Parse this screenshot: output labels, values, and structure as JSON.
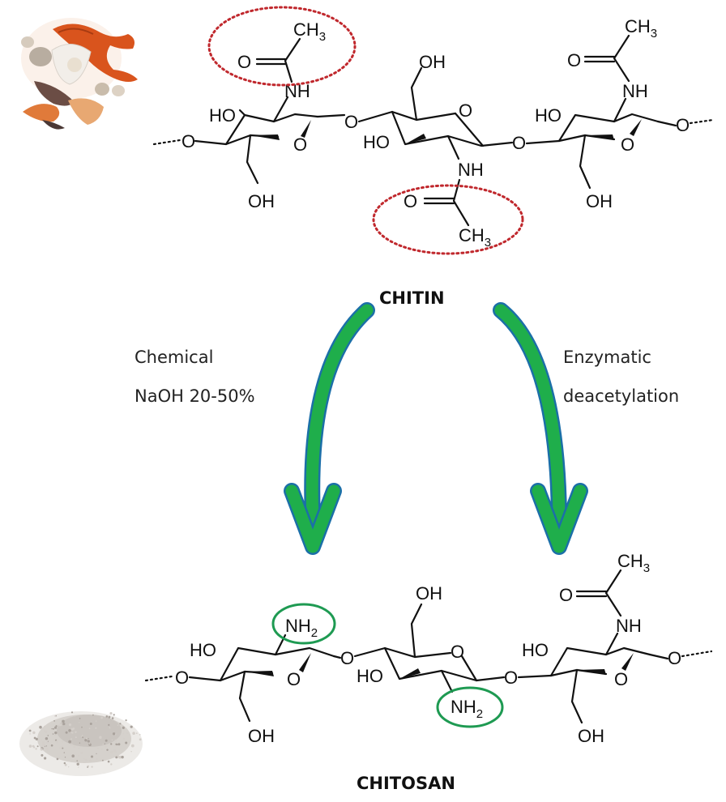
{
  "diagram": {
    "top_structure": {
      "name": "CHITIN",
      "units": [
        {
          "substituent": "NHCOCH3",
          "highlighted": true,
          "highlight_style": "red-dotted-ellipse"
        },
        {
          "substituent": "NHCOCH3",
          "highlighted": true,
          "highlight_style": "red-dotted-ellipse"
        },
        {
          "substituent": "NHCOCH3",
          "highlighted": false
        }
      ]
    },
    "bottom_structure": {
      "name": "CHITOSAN",
      "units": [
        {
          "substituent": "NH2",
          "highlighted": true,
          "highlight_style": "green-ellipse"
        },
        {
          "substituent": "NH2",
          "highlighted": true,
          "highlight_style": "green-ellipse"
        },
        {
          "substituent": "NHCOCH3",
          "highlighted": false
        }
      ]
    },
    "pathways": [
      {
        "side": "left",
        "line1": "Chemical",
        "line2": "NaOH 20-50%"
      },
      {
        "side": "right",
        "line1": "Enzymatic",
        "line2": "deacetylation"
      }
    ],
    "atoms": {
      "CH": "CH",
      "sub3": "3",
      "sub2": "2",
      "O": "O",
      "NH": "NH",
      "N": "NH",
      "HO": "HO",
      "OH": "OH"
    },
    "images": {
      "top_left": "seafood-crustaceans",
      "bottom_left": "chitosan-powder"
    },
    "colors": {
      "arrow": "#1fae4b",
      "arrow_edge": "#1b6fa8",
      "acetyl_highlight": "#c0282d",
      "amine_highlight": "#1e9a52",
      "ink": "#111111"
    }
  }
}
